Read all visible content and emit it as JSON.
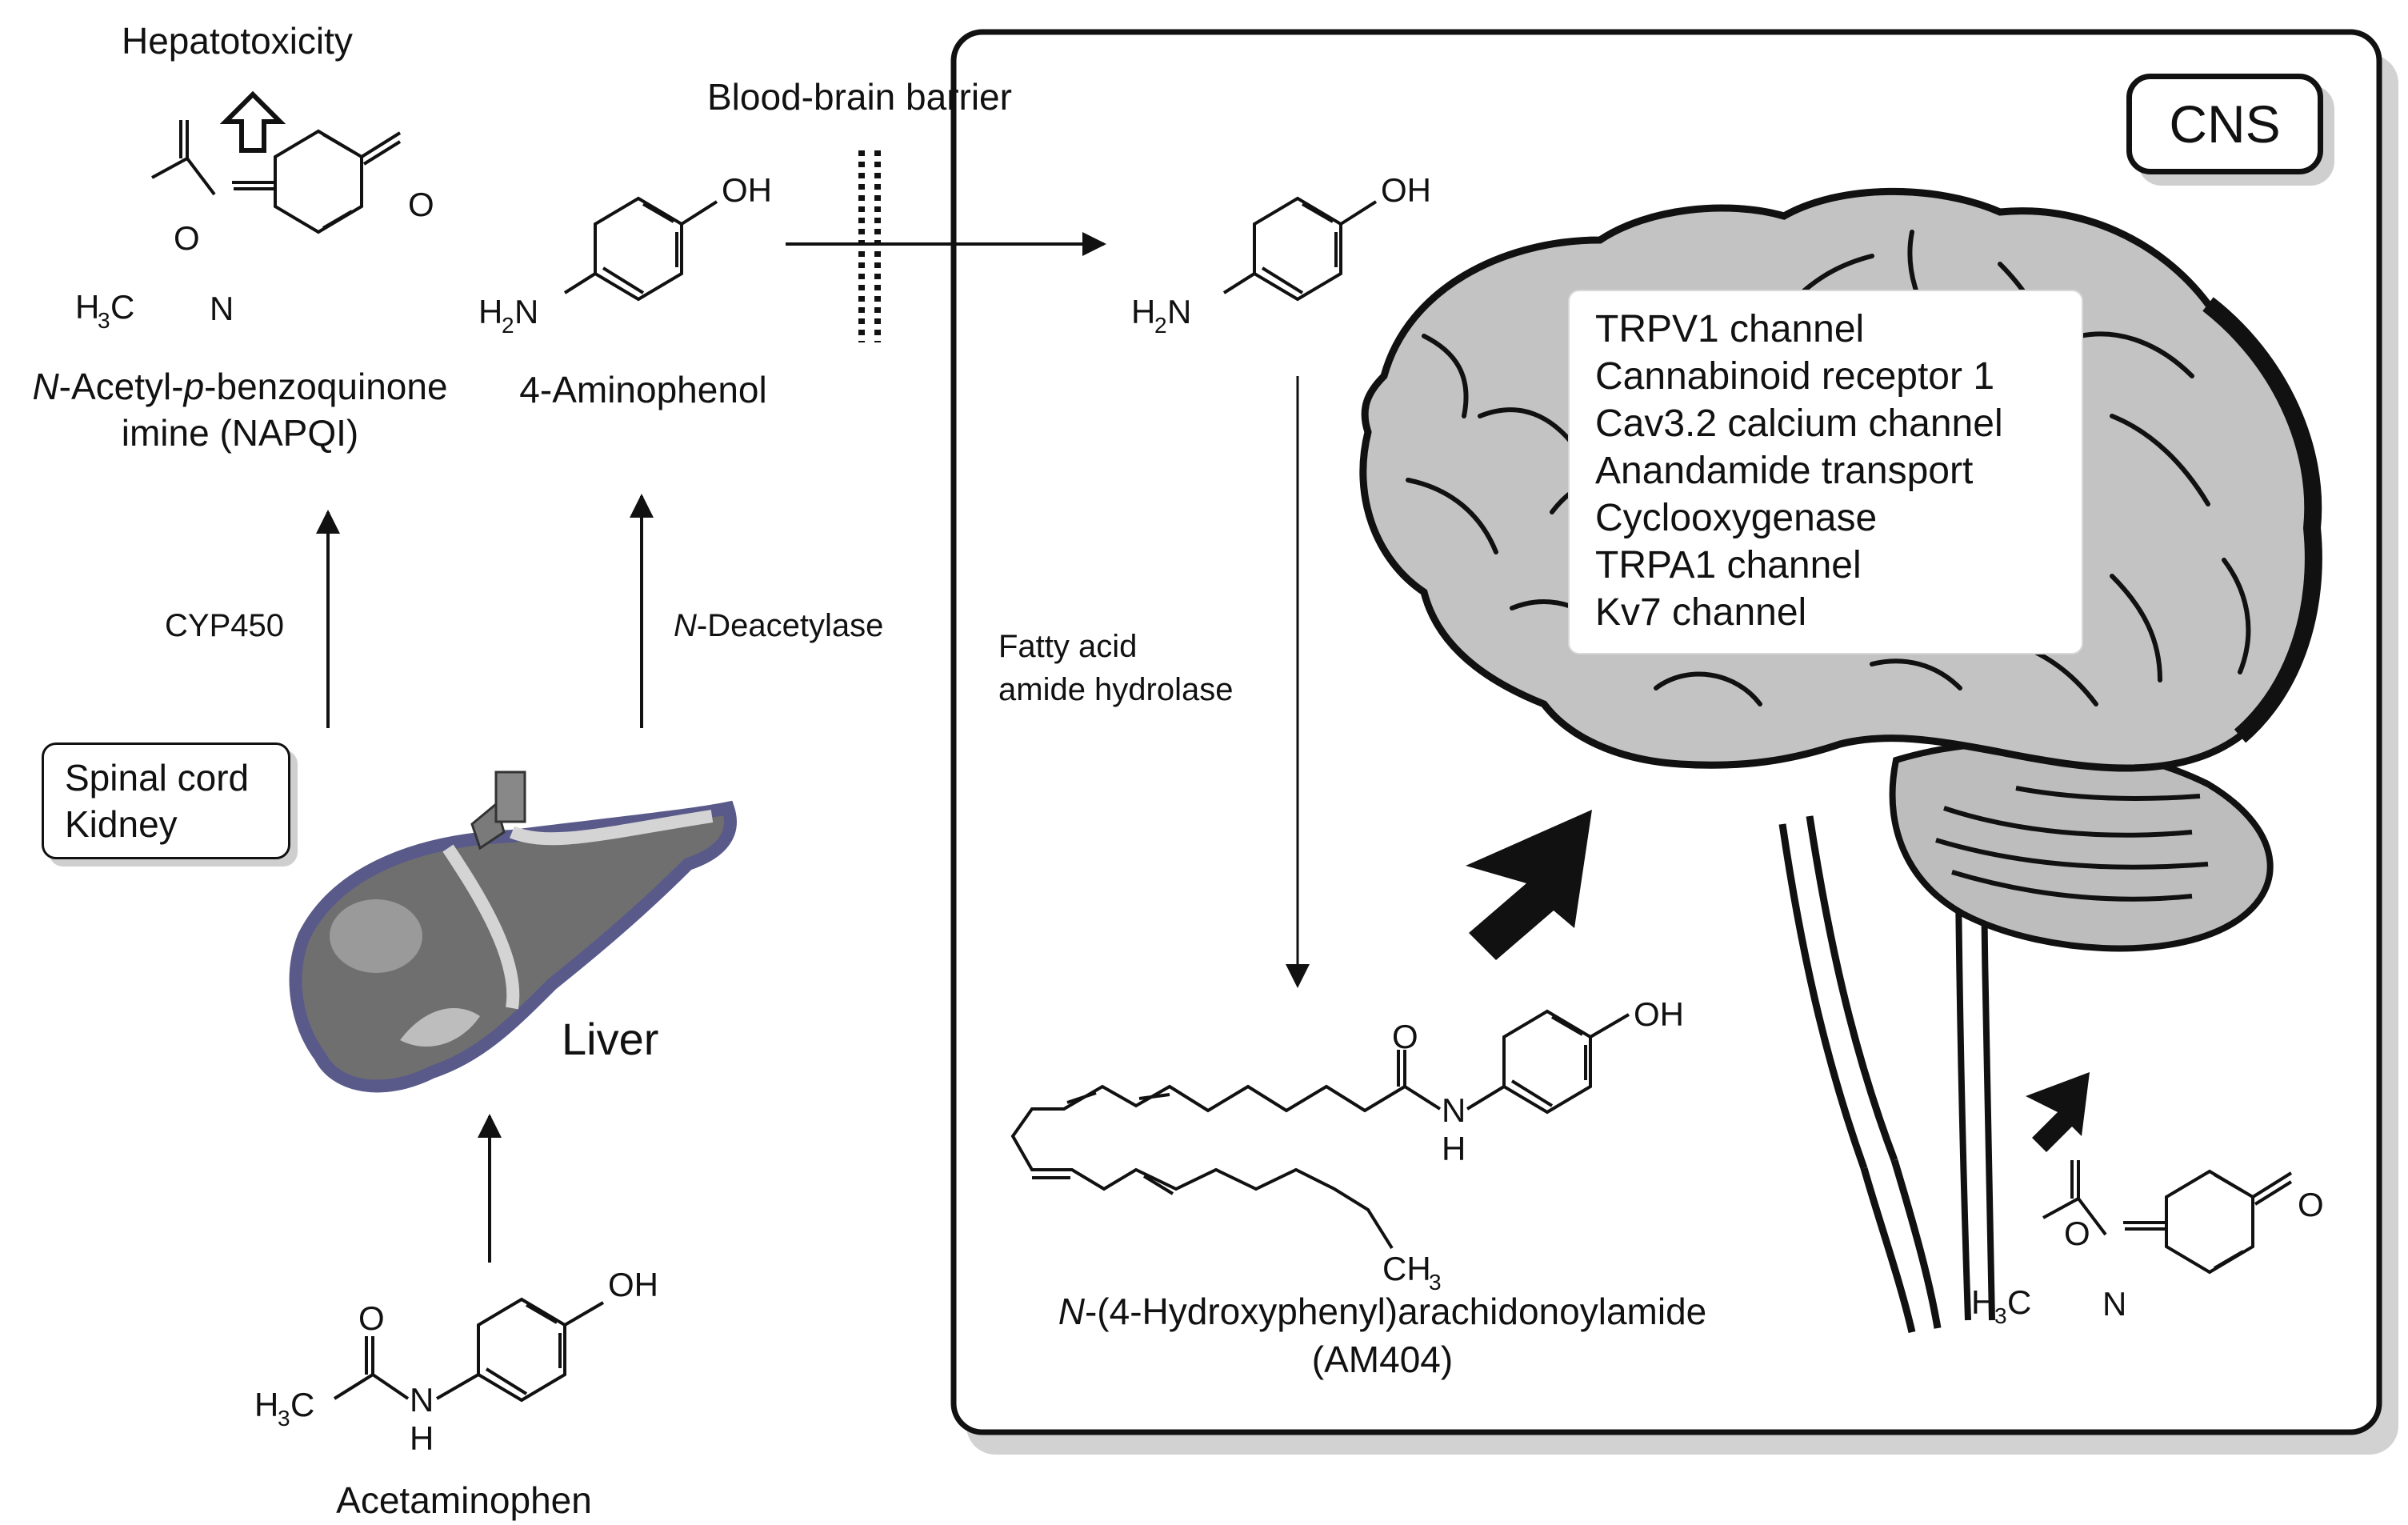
{
  "labels": {
    "hepatotoxicity": "Hepatotoxicity",
    "blood_brain_barrier": "Blood-brain barrier",
    "cns": "CNS",
    "napqi_name_italic": "N",
    "napqi_name_rest1": "-Acetyl-",
    "napqi_name_italic_p": "p",
    "napqi_name_rest2": "-benzoquinone",
    "napqi_name_line2": "imine (NAPQI)",
    "aminophenol_name": "4-Aminophenol",
    "cyp450": "CYP450",
    "deacetylase_italic": "N",
    "deacetylase_rest": "-Deacetylase",
    "faah_line1": "Fatty acid",
    "faah_line2": "amide hydrolase",
    "liver": "Liver",
    "acetaminophen": "Acetaminophen",
    "am404_italic": "N",
    "am404_rest": "-(4-Hydroxyphenyl)arachidonoylamide",
    "am404_abbrev": "(AM404)"
  },
  "tissue_box": [
    "Spinal cord",
    "Kidney"
  ],
  "targets": [
    "TRPV1 channel",
    "Cannabinoid receptor 1",
    "Cav3.2 calcium channel",
    "Anandamide transport",
    "Cyclooxygenase",
    "TRPA1 channel",
    "Kv7 channel"
  ],
  "atoms": {
    "oh": "OH",
    "o": "O",
    "n": "N",
    "h": "H",
    "h2n": "H",
    "h2n_sub": "2",
    "h2n_n": "N",
    "h3c": "H",
    "h3c_sub": "3",
    "h3c_c": "C",
    "ch3": "CH",
    "ch3_sub": "3"
  },
  "colors": {
    "line": "#111111",
    "brain_fill": "#c3c3c3",
    "liver_fill": "#6f6f6f",
    "liver_rim": "#5a5a8a",
    "shadow": "#cfcfcf"
  }
}
